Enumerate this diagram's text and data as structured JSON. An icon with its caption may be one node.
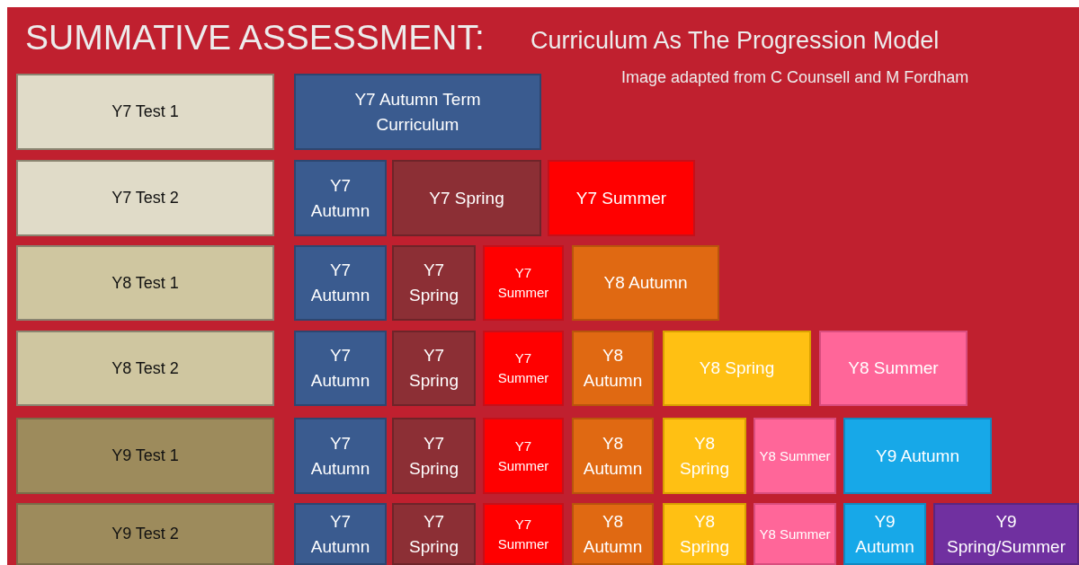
{
  "diagram": {
    "title": "SUMMATIVE ASSESSMENT:",
    "labels": [
      "Curriculum As The Progression Model",
      "Image adapted from C Counsell and M Fordham"
    ],
    "nodes": [
      {
        "text": [
          "Y7 Test 1"
        ]
      },
      {
        "text": [
          "Y7 Autumn Term Curriculum"
        ]
      },
      {
        "text": [
          "Y7 Test 2"
        ]
      },
      {
        "text": [
          "Y7 Autumn"
        ]
      },
      {
        "text": [
          "Y7 Spring"
        ]
      },
      {
        "text": [
          "Y7 Summer"
        ]
      },
      {
        "text": [
          "Y8 Test 1"
        ]
      },
      {
        "text": [
          "Y7 Autumn"
        ]
      },
      {
        "text": [
          "Y7 Spring"
        ]
      },
      {
        "text": [
          "Y7 Summer"
        ]
      },
      {
        "text": [
          "Y8 Autumn"
        ]
      },
      {
        "text": [
          "Y8 Test 2"
        ]
      },
      {
        "text": [
          "Y7 Autumn"
        ]
      },
      {
        "text": [
          "Y7 Spring"
        ]
      },
      {
        "text": [
          "Y7 Summer"
        ]
      },
      {
        "text": [
          "Y8 Autumn"
        ]
      },
      {
        "text": [
          "Y8 Spring"
        ]
      },
      {
        "text": [
          "Y8 Summer"
        ]
      },
      {
        "text": [
          "Y9 Test 1"
        ]
      },
      {
        "text": [
          "Y7 Autumn"
        ]
      },
      {
        "text": [
          "Y7 Spring"
        ]
      },
      {
        "text": [
          "Y7 Summer"
        ]
      },
      {
        "text": [
          "Y8 Autumn"
        ]
      },
      {
        "text": [
          "Y8 Spring"
        ]
      },
      {
        "text": [
          "Y8 Summer"
        ]
      },
      {
        "text": [
          "Y9 Autumn"
        ]
      },
      {
        "text": [
          "Y9 Test 2"
        ]
      },
      {
        "text": [
          "Y7 Autumn"
        ]
      },
      {
        "text": [
          "Y7 Spring"
        ]
      },
      {
        "text": [
          "Y7 Summer"
        ]
      },
      {
        "text": [
          "Y8 Autumn"
        ]
      },
      {
        "text": [
          "Y8 Spring"
        ]
      },
      {
        "text": [
          "Y8 Summer"
        ]
      },
      {
        "text": [
          "Y9 Autumn"
        ]
      },
      {
        "text": [
          "Y9 Spring/Summer"
        ]
      }
    ]
  }
}
